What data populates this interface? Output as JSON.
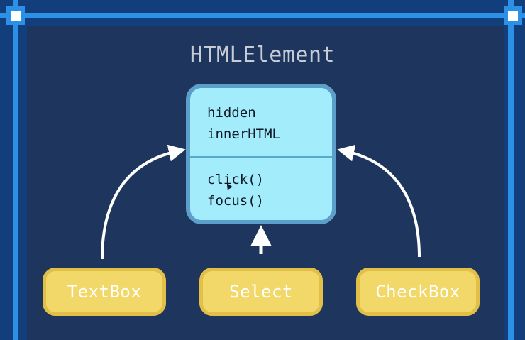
{
  "diagram": {
    "title": "HTMLElement",
    "base_class": {
      "properties": [
        "hidden",
        "innerHTML"
      ],
      "methods": [
        "click()",
        "focus()"
      ]
    },
    "derived_classes": [
      "TextBox",
      "Select",
      "CheckBox"
    ]
  },
  "colors": {
    "background": "#1e355e",
    "frame_border": "#2b90e6",
    "class_box_fill": "#a2ecfc",
    "class_box_border": "#5b9fca",
    "derived_fill": "#f2d769",
    "arrow": "#ffffff"
  }
}
